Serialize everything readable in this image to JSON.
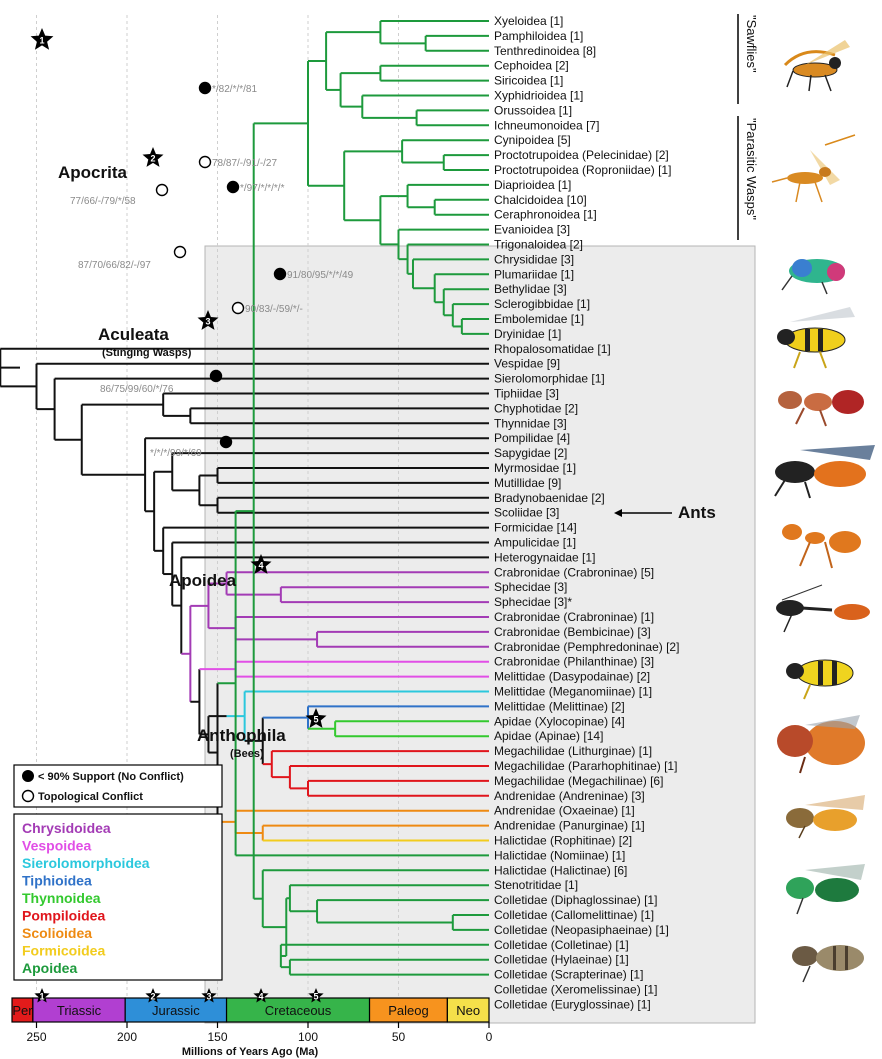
{
  "taxa": [
    "Xyeloidea [1]",
    "Pamphiloidea [1]",
    "Tenthredinoidea [8]",
    "Cephoidea [2]",
    "Siricoidea [1]",
    "Xyphidrioidea [1]",
    "Orussoidea [1]",
    "Ichneumonoidea [7]",
    "Cynipoidea [5]",
    "Proctotrupoidea (Pelecinidae) [2]",
    "Proctotrupoidea (Roproniidae) [1]",
    "Diaprioidea [1]",
    "Chalcidoidea [10]",
    "Ceraphronoidea [1]",
    "Evanioidea [3]",
    "Trigonaloidea [2]",
    "Chrysididae [3]",
    "Plumariidae [1]",
    "Bethylidae [3]",
    "Sclerogibbidae [1]",
    "Embolemidae [1]",
    "Dryinidae [1]",
    "Rhopalosomatidae [1]",
    "Vespidae [9]",
    "Sierolomorphidae [1]",
    "Tiphiidae [3]",
    "Chyphotidae [2]",
    "Thynnidae [3]",
    "Pompilidae [4]",
    "Sapygidae [2]",
    "Myrmosidae [1]",
    "Mutillidae [9]",
    "Bradynobaenidae [2]",
    "Scoliidae [3]",
    "Formicidae [14]",
    "Ampulicidae [1]",
    "Heterogynaidae [1]",
    "Crabronidae (Crabroninae) [5]",
    "Sphecidae [3]",
    "Sphecidae [3]*",
    "Crabronidae (Crabroninae) [1]",
    "Crabronidae (Bembicinae) [3]",
    "Crabronidae (Pemphredoninae) [2]",
    "Crabronidae (Philanthinae) [3]",
    "Melittidae (Dasypodainae) [2]",
    "Melittidae (Meganomiinae) [1]",
    "Melittidae (Melittinae) [2]",
    "Apidae (Xylocopinae) [4]",
    "Apidae (Apinae) [14]",
    "Megachilidae (Lithurginae) [1]",
    "Megachilidae (Pararhophitinae) [1]",
    "Megachilidae (Megachilinae) [6]",
    "Andrenidae (Andreninae) [3]",
    "Andrenidae (Oxaeinae) [1]",
    "Andrenidae (Panurginae) [1]",
    "Halictidae (Rophitinae) [2]",
    "Halictidae (Nomiinae) [1]",
    "Halictidae (Halictinae) [6]",
    "Stenotritidae [1]",
    "Colletidae (Diphaglossinae) [1]",
    "Colletidae (Callomelittinae) [1]",
    "Colletidae (Neopasiphaeinae) [1]",
    "Colletidae (Colletinae) [1]",
    "Colletidae (Hylaeinae) [1]",
    "Colletidae (Scrapterinae) [1]",
    "Colletidae (Xeromelissinae) [1]",
    "Colletidae (Euryglossinae) [1]"
  ],
  "support_values": [
    "*/82/*/*/81",
    "78/87/-/91/-/27",
    "*/97/*/*/*/*",
    "77/66/-/79/*/58",
    "87/70/66/82/-/97",
    "91/80/95/*/*/49",
    "90/83/-/59/*/-",
    "86/75/99/60/*/76",
    "*/*/*/99/*/69"
  ],
  "clades": {
    "apocrita": "Apocrita",
    "aculeata": "Aculeata",
    "aculeata_sub": "(Stinging Wasps)",
    "apoidea": "Apoidea",
    "anthophila": "Anthophila",
    "anthophila_sub": "(Bees)",
    "ants_label": "Ants"
  },
  "side_labels": {
    "sawflies": "\"Sawflies\"",
    "parasitic": "\"Parasitic Wasps\""
  },
  "star_numbers": [
    "1",
    "2",
    "3",
    "4",
    "5"
  ],
  "legend": {
    "no_conflict": "< 90% Support (No Conflict)",
    "conflict": "Topological Conflict"
  },
  "superfamilies": [
    {
      "name": "Chrysidoidea",
      "color": "#a33bb5"
    },
    {
      "name": "Vespoidea",
      "color": "#e14fe6"
    },
    {
      "name": "Sierolomorphoidea",
      "color": "#2bc8dd"
    },
    {
      "name": "Tiphioidea",
      "color": "#2f72c8"
    },
    {
      "name": "Thynnoidea",
      "color": "#33c92e"
    },
    {
      "name": "Pompiloidea",
      "color": "#e0151c"
    },
    {
      "name": "Scolioidea",
      "color": "#ee8a12"
    },
    {
      "name": "Formicoidea",
      "color": "#f2cc1e"
    },
    {
      "name": "Apoidea",
      "color": "#1d9a3c"
    }
  ],
  "axis": {
    "title": "Millions of Years Ago (Ma)",
    "ticks": [
      "250",
      "200",
      "150",
      "100",
      "50",
      "0"
    ]
  },
  "periods": [
    {
      "name": "Per",
      "color": "#e31b1b"
    },
    {
      "name": "Triassic",
      "color": "#b13fd1"
    },
    {
      "name": "Jurassic",
      "color": "#2e8fd8"
    },
    {
      "name": "Cretaceous",
      "color": "#36b44a"
    },
    {
      "name": "Paleog",
      "color": "#f7931e"
    },
    {
      "name": "Neo",
      "color": "#f5e04a"
    }
  ]
}
